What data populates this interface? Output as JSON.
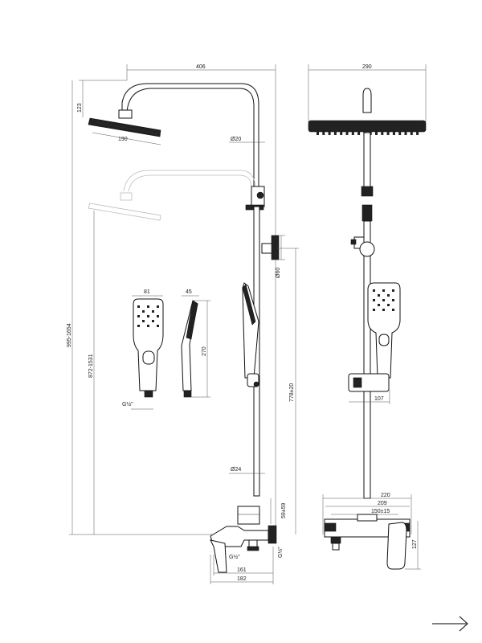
{
  "dims": {
    "width_top": "406",
    "height_arm": "123",
    "head_width": "190",
    "pipe_d_upper": "Ø20",
    "bracket_d": "Ø60",
    "hand_width": "81",
    "hand_depth": "45",
    "hand_length": "270",
    "hand_thread": "G½\"",
    "range_total": "995-1654",
    "range_head": "872-1531",
    "range_bracket": "778±20",
    "pipe_d_lower": "Ø24",
    "valve_h": "59±59",
    "inlet_thread": "G½\"",
    "outlet_thread": "G½\"",
    "spout_161": "161",
    "spout_182": "182",
    "side_head_width": "290",
    "holder_107": "107",
    "mixer_220": "220",
    "mixer_209": "209",
    "centers": "150±15",
    "mixer_height": "127"
  },
  "nav": {
    "next_arrow": "arrow-right-icon"
  }
}
